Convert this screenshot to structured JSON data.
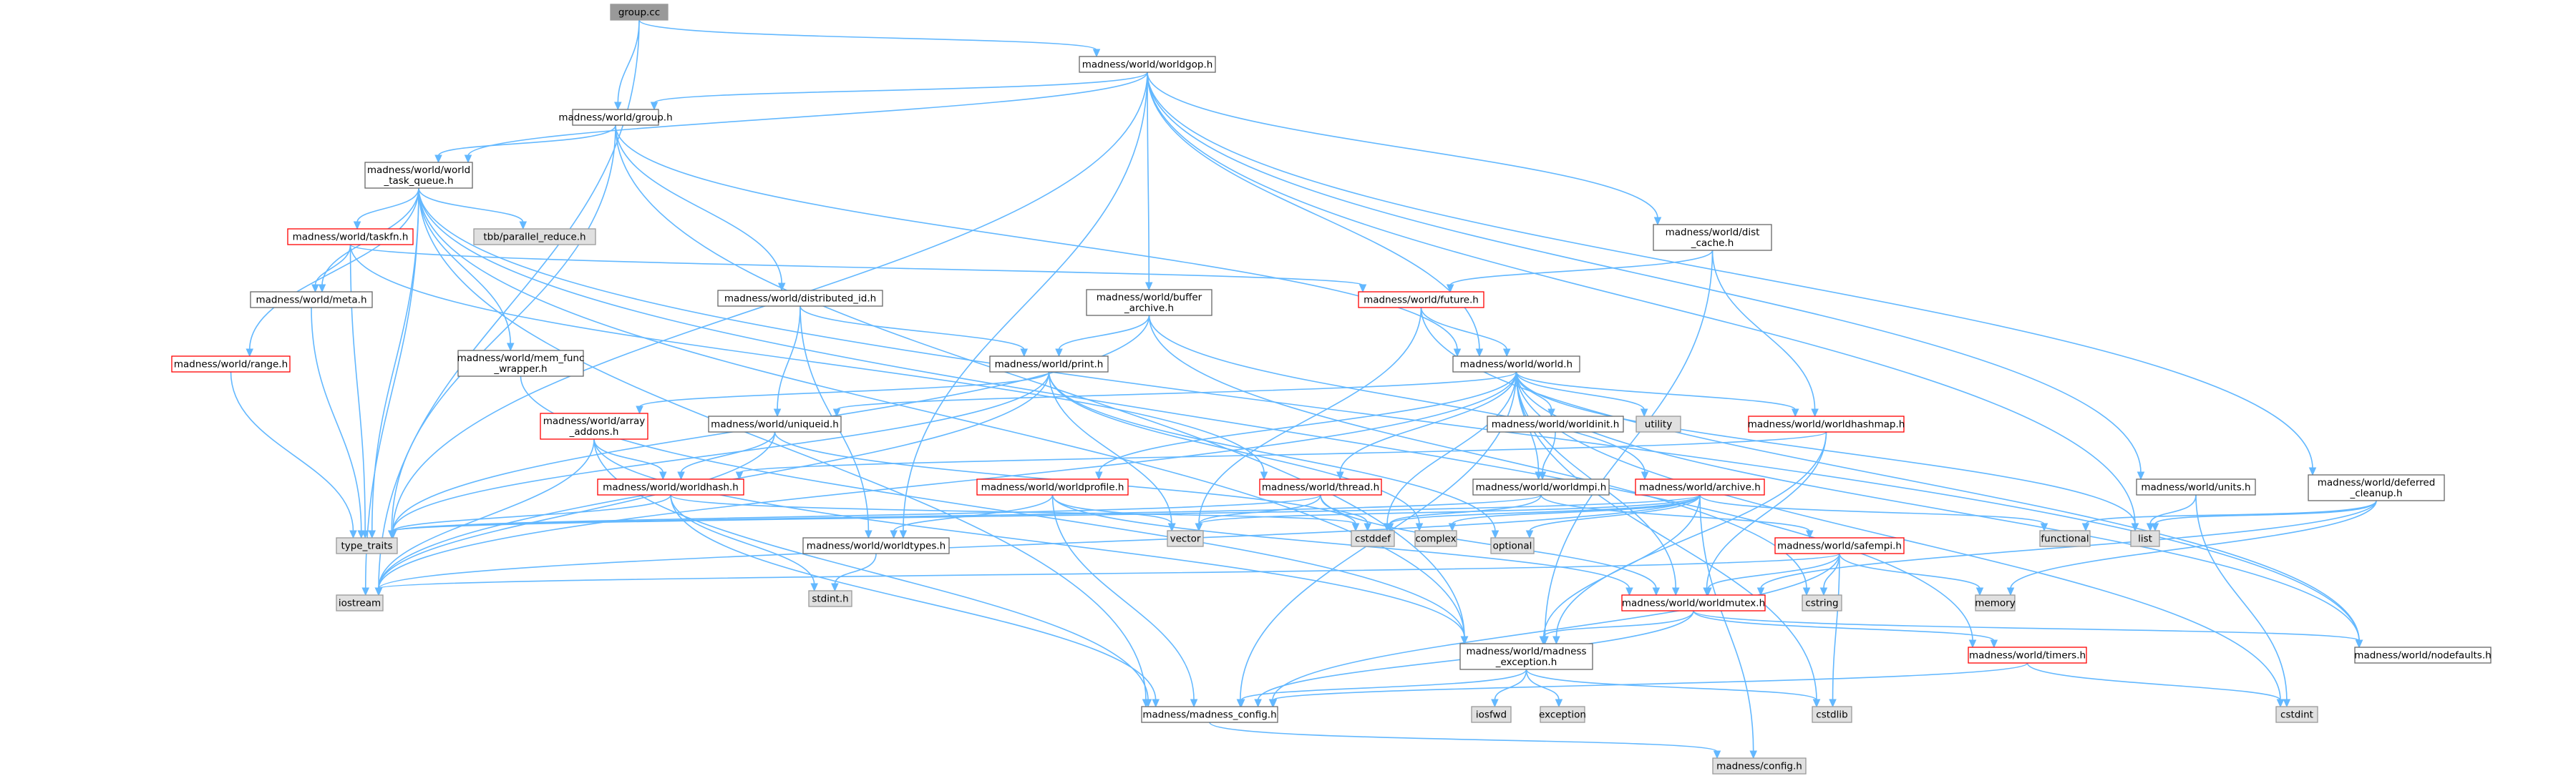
{
  "graph": {
    "colors": {
      "edge": "#63b8ff",
      "normal_border": "#666666",
      "normal_fill": "#ffffff",
      "external_border": "#999999",
      "external_fill": "#e0e0e0",
      "root_border": "#999999",
      "root_fill": "#999999",
      "truncated_border": "#ff0000"
    },
    "nodes": [
      {
        "id": "group_cc",
        "lines": [
          "group.cc"
        ],
        "style": "root"
      },
      {
        "id": "worldgop",
        "lines": [
          "madness/world/worldgop.h"
        ],
        "style": "normal"
      },
      {
        "id": "group_h",
        "lines": [
          "madness/world/group.h"
        ],
        "style": "normal"
      },
      {
        "id": "world_task_queue",
        "lines": [
          "madness/world/world",
          "_task_queue.h"
        ],
        "style": "normal"
      },
      {
        "id": "tbb",
        "lines": [
          "tbb/parallel_reduce.h"
        ],
        "style": "external"
      },
      {
        "id": "taskfn",
        "lines": [
          "madness/world/taskfn.h"
        ],
        "style": "truncated"
      },
      {
        "id": "meta",
        "lines": [
          "madness/world/meta.h"
        ],
        "style": "normal"
      },
      {
        "id": "range",
        "lines": [
          "madness/world/range.h"
        ],
        "style": "truncated"
      },
      {
        "id": "mem_func",
        "lines": [
          "madness/world/mem_func",
          "_wrapper.h"
        ],
        "style": "normal"
      },
      {
        "id": "distributed_id",
        "lines": [
          "madness/world/distributed_id.h"
        ],
        "style": "normal"
      },
      {
        "id": "buffer_archive",
        "lines": [
          "madness/world/buffer",
          "_archive.h"
        ],
        "style": "normal"
      },
      {
        "id": "dist_cache",
        "lines": [
          "madness/world/dist",
          "_cache.h"
        ],
        "style": "normal"
      },
      {
        "id": "future",
        "lines": [
          "madness/world/future.h"
        ],
        "style": "truncated"
      },
      {
        "id": "print",
        "lines": [
          "madness/world/print.h"
        ],
        "style": "normal"
      },
      {
        "id": "world_h",
        "lines": [
          "madness/world/world.h"
        ],
        "style": "normal"
      },
      {
        "id": "array_addons",
        "lines": [
          "madness/world/array",
          "_addons.h"
        ],
        "style": "truncated"
      },
      {
        "id": "uniqueid",
        "lines": [
          "madness/world/uniqueid.h"
        ],
        "style": "normal"
      },
      {
        "id": "worldinit",
        "lines": [
          "madness/world/worldinit.h"
        ],
        "style": "normal"
      },
      {
        "id": "utility",
        "lines": [
          "utility"
        ],
        "style": "external"
      },
      {
        "id": "worldhashmap",
        "lines": [
          "madness/world/worldhashmap.h"
        ],
        "style": "truncated"
      },
      {
        "id": "worldhash",
        "lines": [
          "madness/world/worldhash.h"
        ],
        "style": "truncated"
      },
      {
        "id": "worldprofile",
        "lines": [
          "madness/world/worldprofile.h"
        ],
        "style": "truncated"
      },
      {
        "id": "thread",
        "lines": [
          "madness/world/thread.h"
        ],
        "style": "truncated"
      },
      {
        "id": "worldmpi",
        "lines": [
          "madness/world/worldmpi.h"
        ],
        "style": "normal"
      },
      {
        "id": "archive",
        "lines": [
          "madness/world/archive.h"
        ],
        "style": "truncated"
      },
      {
        "id": "units",
        "lines": [
          "madness/world/units.h"
        ],
        "style": "normal"
      },
      {
        "id": "deferred_cleanup",
        "lines": [
          "madness/world/deferred",
          "_cleanup.h"
        ],
        "style": "normal"
      },
      {
        "id": "type_traits",
        "lines": [
          "type_traits"
        ],
        "style": "external"
      },
      {
        "id": "worldtypes",
        "lines": [
          "madness/world/worldtypes.h"
        ],
        "style": "normal"
      },
      {
        "id": "vector",
        "lines": [
          "vector"
        ],
        "style": "external"
      },
      {
        "id": "cstddef",
        "lines": [
          "cstddef"
        ],
        "style": "external"
      },
      {
        "id": "complex",
        "lines": [
          "complex"
        ],
        "style": "external"
      },
      {
        "id": "optional",
        "lines": [
          "optional"
        ],
        "style": "external"
      },
      {
        "id": "safempi",
        "lines": [
          "madness/world/safempi.h"
        ],
        "style": "truncated"
      },
      {
        "id": "functional",
        "lines": [
          "functional"
        ],
        "style": "external"
      },
      {
        "id": "list",
        "lines": [
          "list"
        ],
        "style": "external"
      },
      {
        "id": "iostream",
        "lines": [
          "iostream"
        ],
        "style": "external"
      },
      {
        "id": "stdint",
        "lines": [
          "stdint.h"
        ],
        "style": "external"
      },
      {
        "id": "cstring",
        "lines": [
          "cstring"
        ],
        "style": "external"
      },
      {
        "id": "memory",
        "lines": [
          "memory"
        ],
        "style": "external"
      },
      {
        "id": "worldmutex",
        "lines": [
          "madness/world/worldmutex.h"
        ],
        "style": "truncated"
      },
      {
        "id": "madness_exception",
        "lines": [
          "madness/world/madness",
          "_exception.h"
        ],
        "style": "normal"
      },
      {
        "id": "timers",
        "lines": [
          "madness/world/timers.h"
        ],
        "style": "truncated"
      },
      {
        "id": "nodefaults",
        "lines": [
          "madness/world/nodefaults.h"
        ],
        "style": "normal"
      },
      {
        "id": "iosfwd",
        "lines": [
          "iosfwd"
        ],
        "style": "external"
      },
      {
        "id": "exception",
        "lines": [
          "exception"
        ],
        "style": "external"
      },
      {
        "id": "madness_config",
        "lines": [
          "madness/madness_config.h"
        ],
        "style": "normal"
      },
      {
        "id": "cstdlib",
        "lines": [
          "cstdlib"
        ],
        "style": "external"
      },
      {
        "id": "cstdint",
        "lines": [
          "cstdint"
        ],
        "style": "external"
      },
      {
        "id": "config",
        "lines": [
          "madness/config.h"
        ],
        "style": "external"
      }
    ],
    "edges": [
      [
        "group_cc",
        "worldgop"
      ],
      [
        "group_cc",
        "group_h"
      ],
      [
        "group_cc",
        "iostream"
      ],
      [
        "worldgop",
        "group_h"
      ],
      [
        "worldgop",
        "world_task_queue"
      ],
      [
        "worldgop",
        "buffer_archive"
      ],
      [
        "worldgop",
        "dist_cache"
      ],
      [
        "worldgop",
        "world_h"
      ],
      [
        "worldgop",
        "units"
      ],
      [
        "worldgop",
        "deferred_cleanup"
      ],
      [
        "worldgop",
        "type_traits"
      ],
      [
        "worldgop",
        "worldtypes"
      ],
      [
        "worldgop",
        "list"
      ],
      [
        "group_h",
        "world_task_queue"
      ],
      [
        "group_h",
        "distributed_id"
      ],
      [
        "group_h",
        "world_h"
      ],
      [
        "group_h",
        "type_traits"
      ],
      [
        "group_h",
        "madness_exception"
      ],
      [
        "world_task_queue",
        "tbb"
      ],
      [
        "world_task_queue",
        "taskfn"
      ],
      [
        "world_task_queue",
        "meta"
      ],
      [
        "world_task_queue",
        "range"
      ],
      [
        "world_task_queue",
        "mem_func"
      ],
      [
        "world_task_queue",
        "type_traits"
      ],
      [
        "world_task_queue",
        "iostream"
      ],
      [
        "world_task_queue",
        "madness_config"
      ],
      [
        "world_task_queue",
        "madness_exception"
      ],
      [
        "world_task_queue",
        "nodefaults"
      ],
      [
        "world_task_queue",
        "timers"
      ],
      [
        "taskfn",
        "meta"
      ],
      [
        "taskfn",
        "future"
      ],
      [
        "taskfn",
        "thread"
      ],
      [
        "taskfn",
        "type_traits"
      ],
      [
        "meta",
        "type_traits"
      ],
      [
        "range",
        "type_traits"
      ],
      [
        "mem_func",
        "madness_exception"
      ],
      [
        "distributed_id",
        "print"
      ],
      [
        "distributed_id",
        "uniqueid"
      ],
      [
        "distributed_id",
        "worldtypes"
      ],
      [
        "buffer_archive",
        "print"
      ],
      [
        "buffer_archive",
        "archive"
      ],
      [
        "buffer_archive",
        "type_traits"
      ],
      [
        "buffer_archive",
        "cstring"
      ],
      [
        "dist_cache",
        "future"
      ],
      [
        "dist_cache",
        "worldhashmap"
      ],
      [
        "dist_cache",
        "madness_exception"
      ],
      [
        "future",
        "world_h"
      ],
      [
        "future",
        "vector"
      ],
      [
        "future",
        "nodefaults"
      ],
      [
        "print",
        "type_traits"
      ],
      [
        "print",
        "iostream"
      ],
      [
        "print",
        "vector"
      ],
      [
        "print",
        "complex"
      ],
      [
        "print",
        "array_addons"
      ],
      [
        "print",
        "optional"
      ],
      [
        "world_h",
        "uniqueid"
      ],
      [
        "world_h",
        "worldinit"
      ],
      [
        "world_h",
        "utility"
      ],
      [
        "world_h",
        "worldhashmap"
      ],
      [
        "world_h",
        "worldprofile"
      ],
      [
        "world_h",
        "thread"
      ],
      [
        "world_h",
        "worldmpi"
      ],
      [
        "world_h",
        "worldmutex"
      ],
      [
        "world_h",
        "iostream"
      ],
      [
        "world_h",
        "list"
      ],
      [
        "world_h",
        "cstddef"
      ],
      [
        "world_h",
        "madness_config"
      ],
      [
        "world_h",
        "nodefaults"
      ],
      [
        "world_h",
        "cstdint"
      ],
      [
        "world_h",
        "cstdlib"
      ],
      [
        "array_addons",
        "worldhash"
      ],
      [
        "array_addons",
        "iostream"
      ],
      [
        "array_addons",
        "madness_config"
      ],
      [
        "array_addons",
        "madness_exception"
      ],
      [
        "uniqueid",
        "worldhash"
      ],
      [
        "uniqueid",
        "cstddef"
      ],
      [
        "uniqueid",
        "iostream"
      ],
      [
        "worldinit",
        "worldmpi"
      ],
      [
        "worldhashmap",
        "worldhash"
      ],
      [
        "worldhashmap",
        "worldmutex"
      ],
      [
        "worldhashmap",
        "madness_exception"
      ],
      [
        "worldhash",
        "type_traits"
      ],
      [
        "worldhash",
        "stdint"
      ],
      [
        "worldhash",
        "madness_config"
      ],
      [
        "worldhash",
        "cstddef"
      ],
      [
        "worldprofile",
        "worldtypes"
      ],
      [
        "worldprofile",
        "vector"
      ],
      [
        "worldprofile",
        "madness_config"
      ],
      [
        "worldprofile",
        "worldmutex"
      ],
      [
        "thread",
        "vector"
      ],
      [
        "thread",
        "cstddef"
      ],
      [
        "thread",
        "type_traits"
      ],
      [
        "thread",
        "worldmutex"
      ],
      [
        "worldmpi",
        "safempi"
      ],
      [
        "worldmpi",
        "type_traits"
      ],
      [
        "worldmpi",
        "cstddef"
      ],
      [
        "archive",
        "type_traits"
      ],
      [
        "archive",
        "complex"
      ],
      [
        "archive",
        "vector"
      ],
      [
        "archive",
        "cstddef"
      ],
      [
        "archive",
        "optional"
      ],
      [
        "archive",
        "functional"
      ],
      [
        "archive",
        "config"
      ],
      [
        "archive",
        "madness_exception"
      ],
      [
        "archive",
        "iostream"
      ],
      [
        "safempi",
        "iostream"
      ],
      [
        "safempi",
        "cstring"
      ],
      [
        "safempi",
        "memory"
      ],
      [
        "safempi",
        "cstdlib"
      ],
      [
        "safempi",
        "worldmutex"
      ],
      [
        "safempi",
        "madness_config"
      ],
      [
        "units",
        "list"
      ],
      [
        "units",
        "cstdint"
      ],
      [
        "deferred_cleanup",
        "list"
      ],
      [
        "deferred_cleanup",
        "memory"
      ],
      [
        "deferred_cleanup",
        "functional"
      ],
      [
        "deferred_cleanup",
        "worldmutex"
      ],
      [
        "worldtypes",
        "stdint"
      ],
      [
        "worldmutex",
        "madness_exception"
      ],
      [
        "worldmutex",
        "timers"
      ],
      [
        "worldmutex",
        "nodefaults"
      ],
      [
        "worldmutex",
        "madness_config"
      ],
      [
        "madness_exception",
        "iosfwd"
      ],
      [
        "madness_exception",
        "exception"
      ],
      [
        "madness_exception",
        "madness_config"
      ],
      [
        "madness_exception",
        "cstdlib"
      ],
      [
        "timers",
        "madness_config"
      ],
      [
        "timers",
        "cstdint"
      ],
      [
        "madness_config",
        "config"
      ]
    ]
  }
}
